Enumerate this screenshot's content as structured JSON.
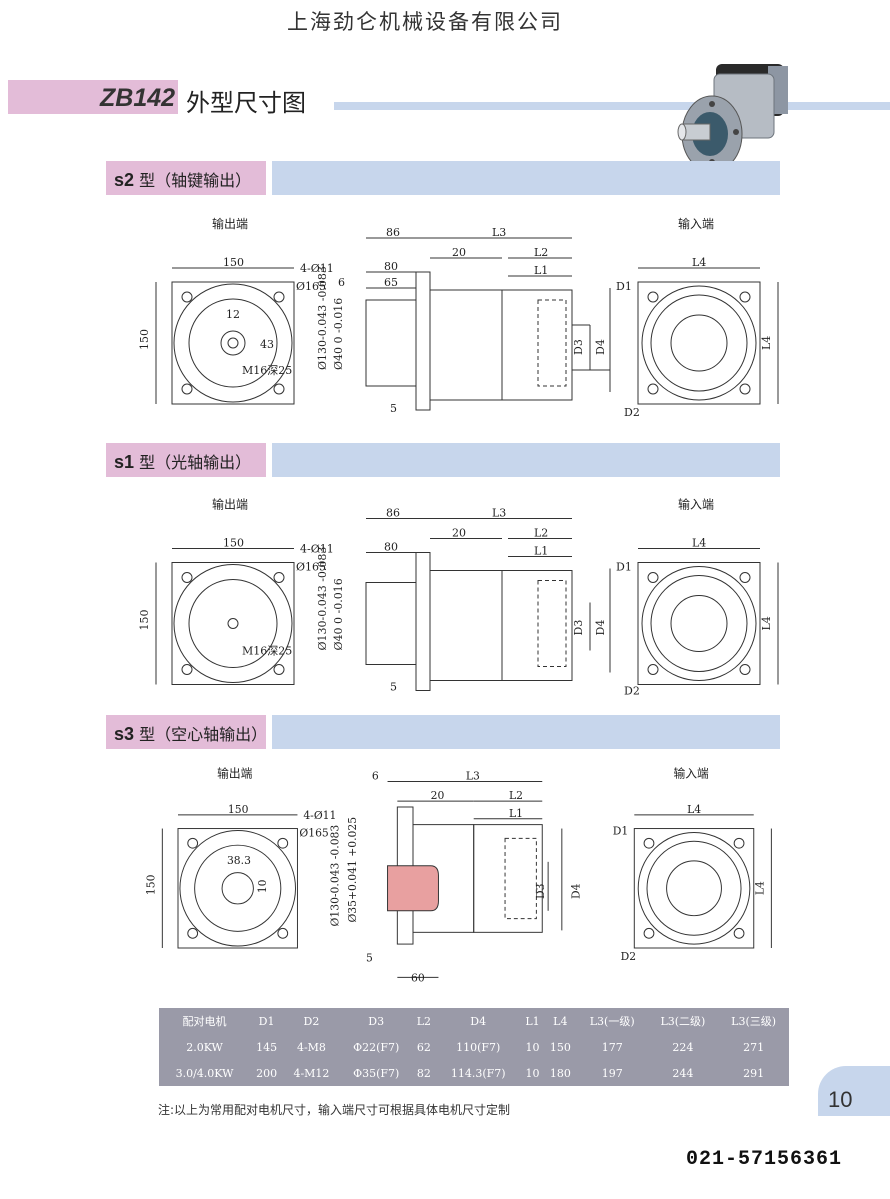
{
  "header": {
    "company": "上海劲仑机械设备有限公司",
    "model_code": "ZB142",
    "model_title": "外型尺寸图"
  },
  "sections": [
    {
      "code": "s2",
      "title": "型（轴键输出）",
      "output_label": "输出端",
      "input_label": "输入端",
      "dims": {
        "square": "150",
        "bolts": "4-Ø11",
        "pcd": "Ø165",
        "key_w": "12",
        "key_h": "43",
        "thread": "M16深25",
        "len86": "86",
        "len80": "80",
        "len65": "65",
        "len6": "6",
        "len20": "20",
        "len5": "5",
        "l3": "L3",
        "l2": "L2",
        "l1": "L1",
        "l4": "L4",
        "d1": "D1",
        "d2": "D2",
        "d3": "D3",
        "d4": "D4",
        "bore1": "Ø130-0.043 -0.083",
        "bore2": "Ø40 0 -0.016"
      }
    },
    {
      "code": "s1",
      "title": "型（光轴输出）",
      "output_label": "输出端",
      "input_label": "输入端",
      "dims": {
        "square": "150",
        "bolts": "4-Ø11",
        "pcd": "Ø165",
        "thread": "M16深25",
        "len86": "86",
        "len80": "80",
        "len20": "20",
        "len5": "5",
        "l3": "L3",
        "l2": "L2",
        "l1": "L1",
        "l4": "L4",
        "d1": "D1",
        "d2": "D2",
        "d3": "D3",
        "d4": "D4",
        "bore1": "Ø130-0.043 -0.083",
        "bore2": "Ø40 0 -0.016"
      }
    },
    {
      "code": "s3",
      "title": "型（空心轴输出）",
      "output_label": "输出端",
      "input_label": "输入端",
      "dims": {
        "square": "150",
        "bolts": "4-Ø11",
        "pcd": "Ø165",
        "hole_w": "38.3",
        "hole_h": "10",
        "len6": "6",
        "len20": "20",
        "len5": "5",
        "len60": "60",
        "l3": "L3",
        "l2": "L2",
        "l1": "L1",
        "l4": "L4",
        "d1": "D1",
        "d2": "D2",
        "d3": "D3",
        "d4": "D4",
        "bore1": "Ø130-0.043 -0.083",
        "bore2": "Ø35+0.041 +0.025"
      }
    }
  ],
  "table": {
    "headers": [
      "配对电机",
      "D1",
      "D2",
      "D3",
      "L2",
      "D4",
      "L1",
      "L4",
      "L3(一级)",
      "L3(二级)",
      "L3(三级)"
    ],
    "rows": [
      [
        "2.0KW",
        "145",
        "4-M8",
        "Φ22(F7)",
        "62",
        "110(F7)",
        "10",
        "150",
        "177",
        "224",
        "271"
      ],
      [
        "3.0/4.0KW",
        "200",
        "4-M12",
        "Φ35(F7)",
        "82",
        "114.3(F7)",
        "10",
        "180",
        "197",
        "244",
        "291"
      ]
    ]
  },
  "note": "注:以上为常用配对电机尺寸，输入端尺寸可根据具体电机尺寸定制",
  "page_number": "10",
  "phone": "021-57156361"
}
